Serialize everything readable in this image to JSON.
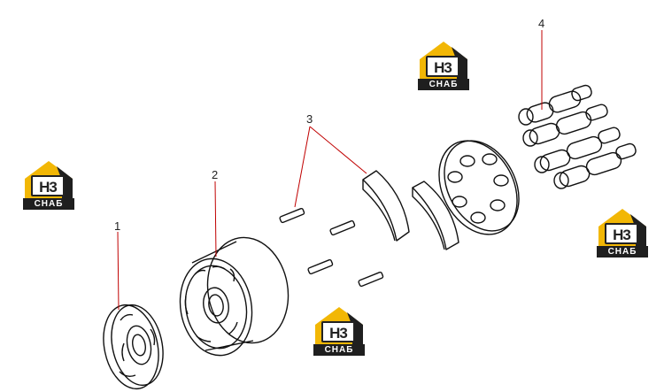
{
  "diagram": {
    "part_labels": [
      "1",
      "2",
      "3",
      "4"
    ]
  },
  "watermark": {
    "mark_text": "H3",
    "brand_text": "СНАБ",
    "colors": {
      "roof": "#f2b705",
      "dark": "#1f1f1f"
    }
  }
}
